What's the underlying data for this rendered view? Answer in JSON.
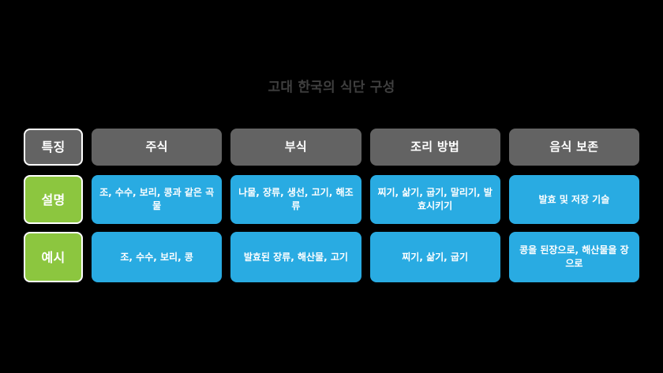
{
  "slide": {
    "title": "고대 한국의 식단 구성",
    "background_color": "#000000",
    "title_color": "#3f3f3f"
  },
  "colors": {
    "header_gray": "#636363",
    "label_green": "#8cc63f",
    "data_blue": "#29abe2",
    "border_white": "#ffffff",
    "text_white": "#ffffff"
  },
  "table": {
    "corner_label": "특징",
    "headers": [
      "주식",
      "부식",
      "조리 방법",
      "음식 보존"
    ],
    "rows": [
      {
        "label": "설명",
        "cells": [
          "조, 수수, 보리, 콩과 같은 곡물",
          "나물, 장류, 생선, 고기, 해조류",
          "찌기, 삶기, 굽기, 말리기, 발효시키기",
          "발효 및 저장 기술"
        ]
      },
      {
        "label": "예시",
        "cells": [
          "조, 수수, 보리, 콩",
          "발효된 장류, 해산물, 고기",
          "찌기, 삶기, 굽기",
          "콩을 된장으로, 해산물을 장으로"
        ]
      }
    ]
  }
}
